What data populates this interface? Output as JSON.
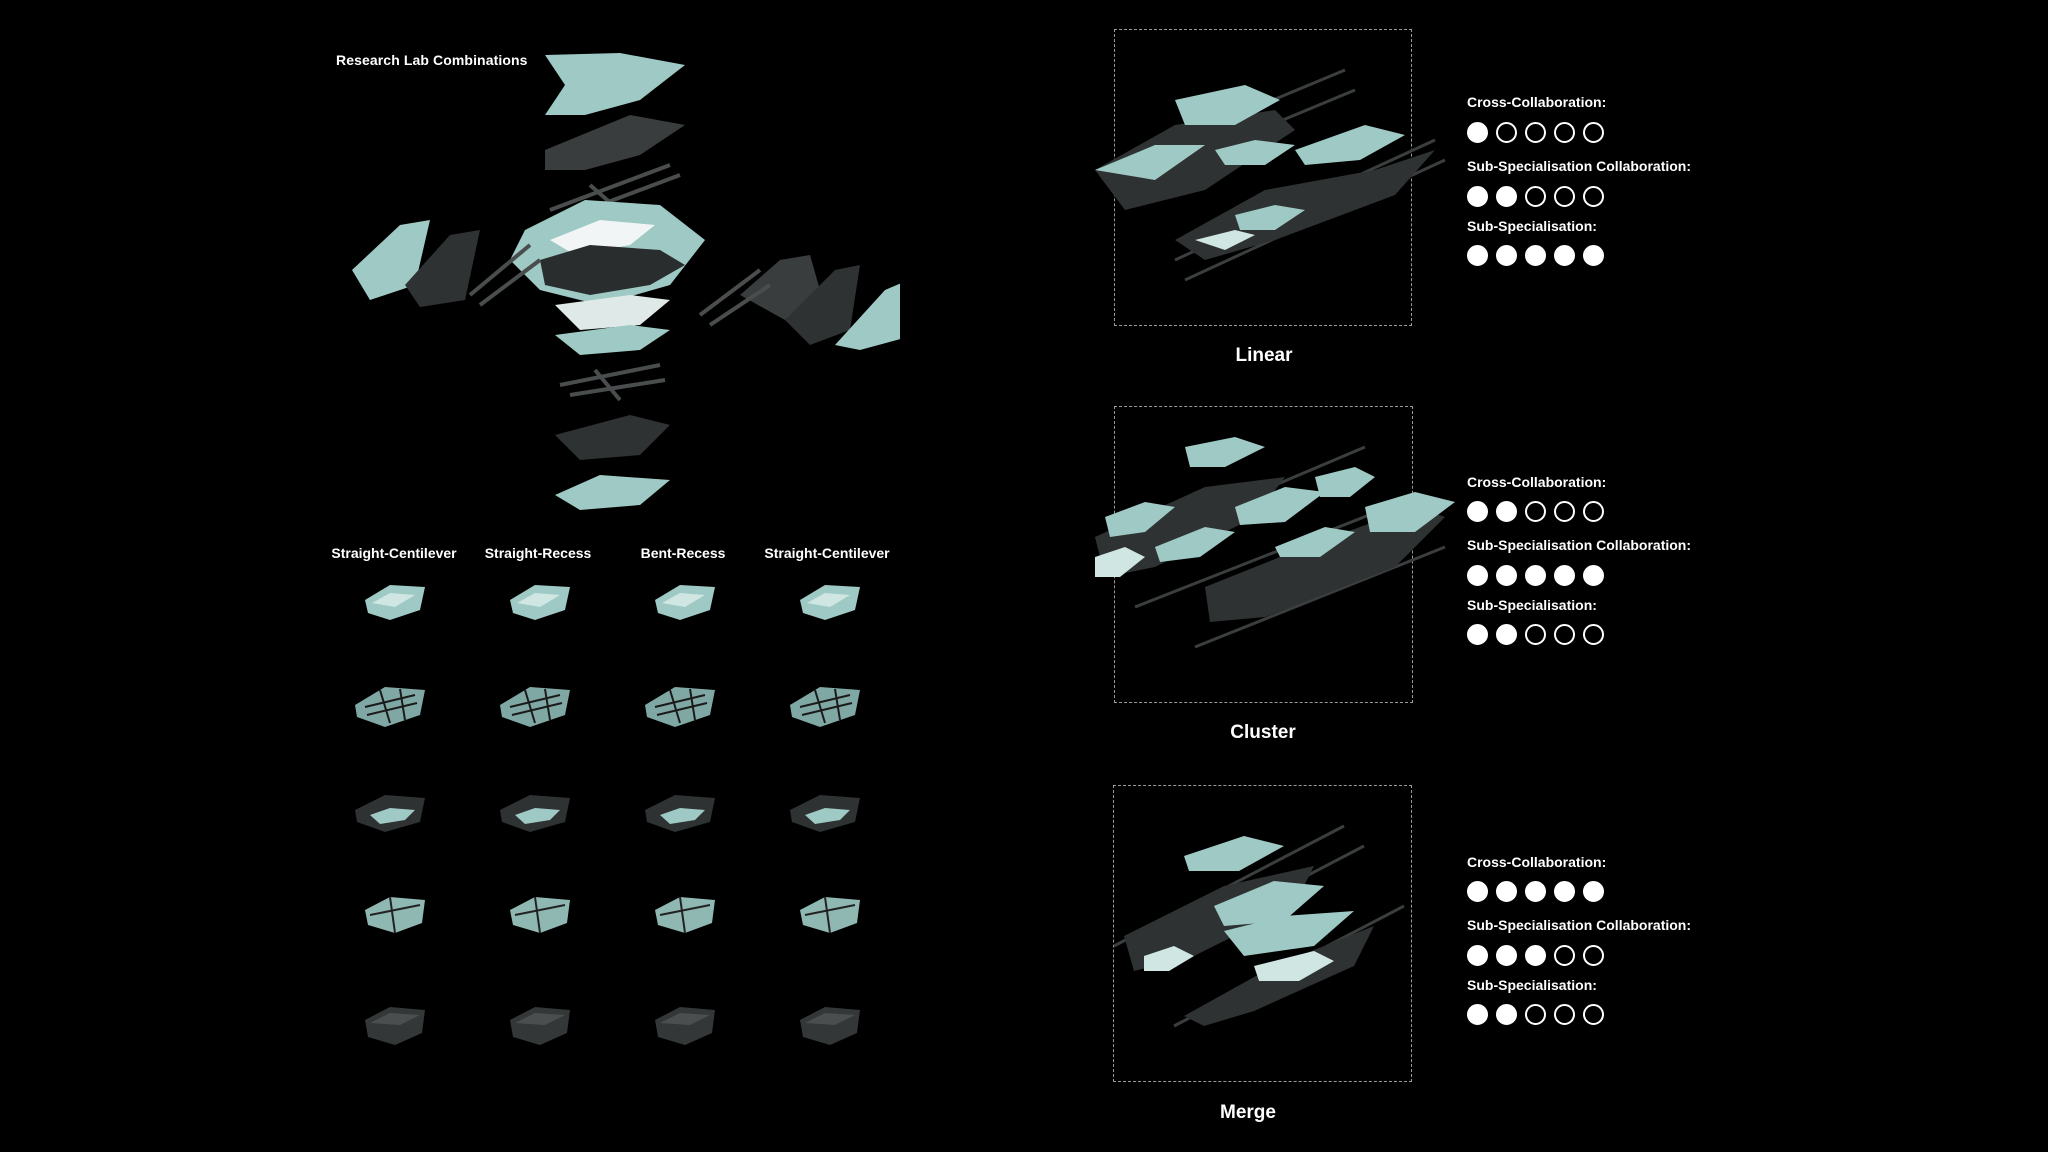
{
  "title": "Research Lab Combinations",
  "columns": [
    "Straight-Centilever",
    "Straight-Recess",
    "Bent-Recess",
    "Straight-Centilever"
  ],
  "configurations": [
    {
      "name": "Linear",
      "ratings": [
        {
          "label": "Cross-Collaboration:",
          "value": 1,
          "max": 5
        },
        {
          "label": "Sub-Specialisation Collaboration:",
          "value": 2,
          "max": 5
        },
        {
          "label": "Sub-Specialisation:",
          "value": 5,
          "max": 5
        }
      ]
    },
    {
      "name": "Cluster",
      "ratings": [
        {
          "label": "Cross-Collaboration:",
          "value": 2,
          "max": 5
        },
        {
          "label": "Sub-Specialisation Collaboration:",
          "value": 5,
          "max": 5
        },
        {
          "label": "Sub-Specialisation:",
          "value": 2,
          "max": 5
        }
      ]
    },
    {
      "name": "Merge",
      "ratings": [
        {
          "label": "Cross-Collaboration:",
          "value": 5,
          "max": 5
        },
        {
          "label": "Sub-Specialisation Collaboration:",
          "value": 3,
          "max": 5
        },
        {
          "label": "Sub-Specialisation:",
          "value": 2,
          "max": 5
        }
      ]
    }
  ],
  "colors": {
    "background": "#000000",
    "glass": "#9fc9c4",
    "glass_light": "#cfe6e2",
    "dark_panel": "#2f3232",
    "frame": "#9a9a9a",
    "text": "#ffffff"
  }
}
